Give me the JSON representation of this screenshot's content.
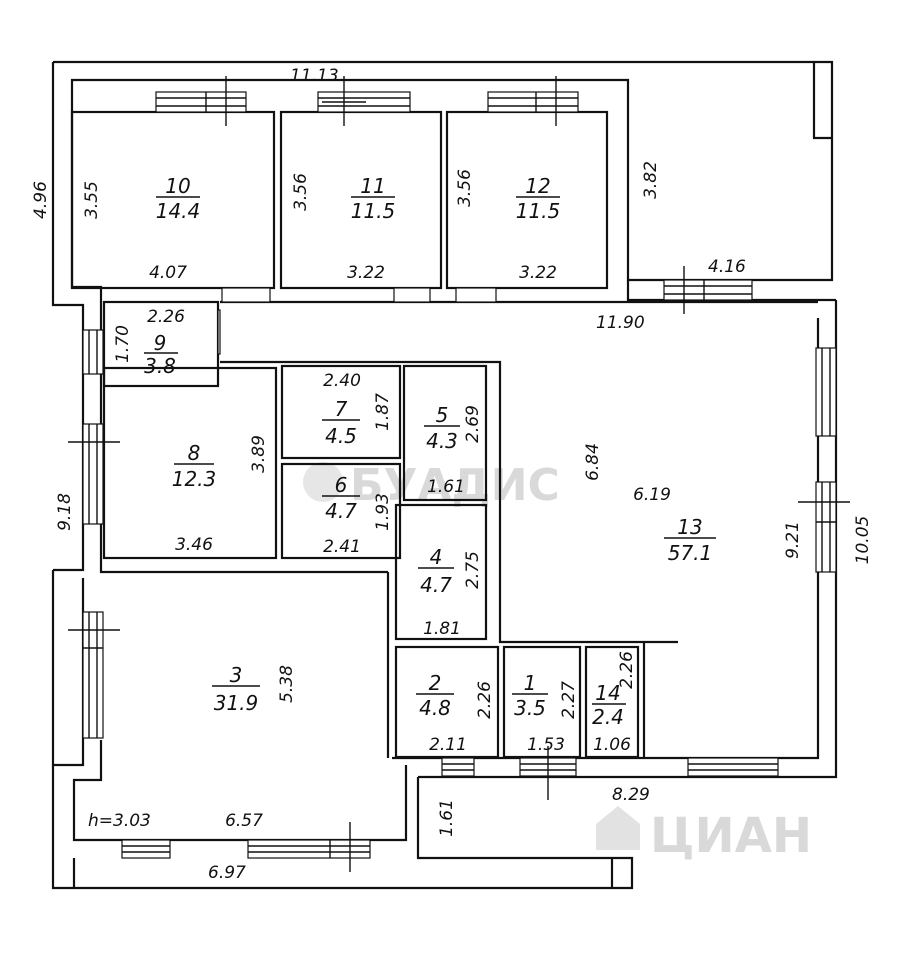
{
  "outer_dims": {
    "top": "11.13",
    "left": "4.96",
    "left_lower": "9.18",
    "right_outer": "10.05",
    "right_inner": "9.21",
    "right_top": "3.82",
    "right_top_width": "4.16",
    "corridor": "11.90",
    "bottom_right": "8.29",
    "bottom_left": "6.97",
    "bottom_step": "1.61",
    "ceiling_height": "h=3.03"
  },
  "rooms": [
    {
      "num": "10",
      "area": "14.4",
      "dim_h": "3.55",
      "dim_w": "4.07"
    },
    {
      "num": "11",
      "area": "11.5",
      "dim_h": "3.56",
      "dim_w": "3.22"
    },
    {
      "num": "12",
      "area": "11.5",
      "dim_h": "3.56",
      "dim_w": "3.22"
    },
    {
      "num": "9",
      "area": "3.8",
      "dim_h": "1.70",
      "dim_w": "2.26"
    },
    {
      "num": "8",
      "area": "12.3",
      "dim_h": "3.89",
      "dim_w": "3.46"
    },
    {
      "num": "7",
      "area": "4.5",
      "dim_h": "1.87",
      "dim_w": "2.40"
    },
    {
      "num": "6",
      "area": "4.7",
      "dim_h": "1.93",
      "dim_w": "2.41"
    },
    {
      "num": "5",
      "area": "4.3",
      "dim_h": "2.69",
      "dim_w": "1.61"
    },
    {
      "num": "4",
      "area": "4.7",
      "dim_h": "2.75",
      "dim_w": "1.81"
    },
    {
      "num": "3",
      "area": "31.9",
      "dim_h": "5.38",
      "dim_w": "6.57"
    },
    {
      "num": "2",
      "area": "4.8",
      "dim_h": "2.26",
      "dim_w": "2.11"
    },
    {
      "num": "1",
      "area": "3.5",
      "dim_h": "2.27",
      "dim_w": "1.53"
    },
    {
      "num": "14",
      "area": "2.4",
      "dim_h": "2.26",
      "dim_w": "1.06"
    },
    {
      "num": "13",
      "area": "57.1",
      "dim_h": "6.84",
      "dim_w": "6.19"
    }
  ],
  "watermarks": {
    "top": "БУАДИС",
    "bottom": "ЦИАН"
  }
}
